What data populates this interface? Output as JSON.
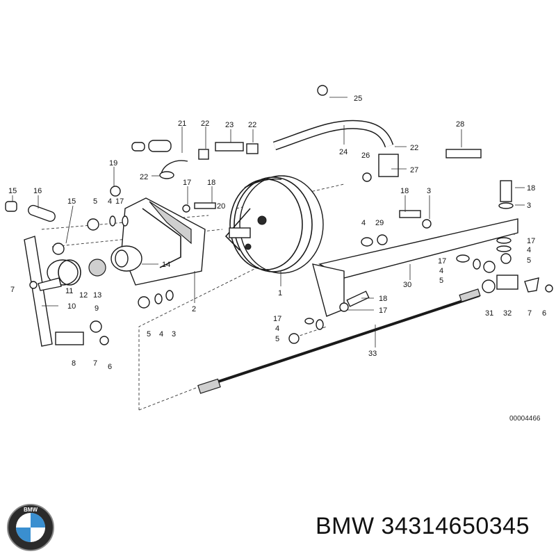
{
  "diagram": {
    "document_number": "00004466",
    "callouts": [
      {
        "id": "c25",
        "text": "25"
      },
      {
        "id": "c21",
        "text": "21"
      },
      {
        "id": "c22a",
        "text": "22"
      },
      {
        "id": "c23",
        "text": "23"
      },
      {
        "id": "c22b",
        "text": "22"
      },
      {
        "id": "c24",
        "text": "24"
      },
      {
        "id": "c22c",
        "text": "22"
      },
      {
        "id": "c26",
        "text": "26"
      },
      {
        "id": "c27",
        "text": "27"
      },
      {
        "id": "c28",
        "text": "28"
      },
      {
        "id": "c19",
        "text": "19"
      },
      {
        "id": "c22d",
        "text": "22"
      },
      {
        "id": "c17a",
        "text": "17"
      },
      {
        "id": "c18a",
        "text": "18"
      },
      {
        "id": "c20",
        "text": "20"
      },
      {
        "id": "c15a",
        "text": "15"
      },
      {
        "id": "c16",
        "text": "16"
      },
      {
        "id": "c15b",
        "text": "15"
      },
      {
        "id": "c5a",
        "text": "5"
      },
      {
        "id": "c4a",
        "text": "4"
      },
      {
        "id": "c17b",
        "text": "17"
      },
      {
        "id": "c18b",
        "text": "18"
      },
      {
        "id": "c3a",
        "text": "3"
      },
      {
        "id": "c18c",
        "text": "18"
      },
      {
        "id": "c3b",
        "text": "3"
      },
      {
        "id": "c4b",
        "text": "4"
      },
      {
        "id": "c29",
        "text": "29"
      },
      {
        "id": "c17c",
        "text": "17"
      },
      {
        "id": "c4c",
        "text": "4"
      },
      {
        "id": "c5b",
        "text": "5"
      },
      {
        "id": "c17d",
        "text": "17"
      },
      {
        "id": "c4d",
        "text": "4"
      },
      {
        "id": "c5c",
        "text": "5"
      },
      {
        "id": "c30",
        "text": "30"
      },
      {
        "id": "c7a",
        "text": "7"
      },
      {
        "id": "c11",
        "text": "11"
      },
      {
        "id": "c12",
        "text": "12"
      },
      {
        "id": "c13",
        "text": "13"
      },
      {
        "id": "c14",
        "text": "14"
      },
      {
        "id": "c1",
        "text": "1"
      },
      {
        "id": "c2",
        "text": "2"
      },
      {
        "id": "c10",
        "text": "10"
      },
      {
        "id": "c9",
        "text": "9"
      },
      {
        "id": "c5d",
        "text": "5"
      },
      {
        "id": "c4e",
        "text": "4"
      },
      {
        "id": "c3c",
        "text": "3"
      },
      {
        "id": "c18d",
        "text": "18"
      },
      {
        "id": "c17e",
        "text": "17"
      },
      {
        "id": "c17f",
        "text": "17"
      },
      {
        "id": "c4f",
        "text": "4"
      },
      {
        "id": "c5e",
        "text": "5"
      },
      {
        "id": "c31",
        "text": "31"
      },
      {
        "id": "c32",
        "text": "32"
      },
      {
        "id": "c7b",
        "text": "7"
      },
      {
        "id": "c6a",
        "text": "6"
      },
      {
        "id": "c8",
        "text": "8"
      },
      {
        "id": "c7c",
        "text": "7"
      },
      {
        "id": "c6b",
        "text": "6"
      },
      {
        "id": "c33",
        "text": "33"
      }
    ]
  },
  "footer": {
    "brand_logo": "bmw-roundel-logo",
    "logo_text": "BMW",
    "caption": "BMW 34314650345"
  }
}
